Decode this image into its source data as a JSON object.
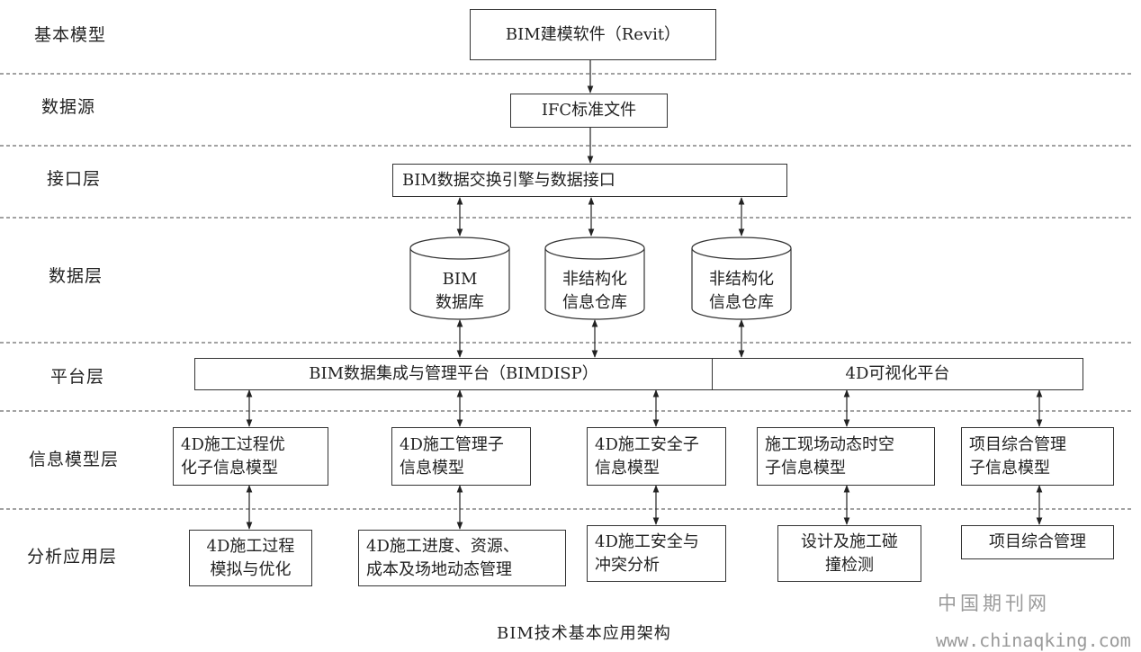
{
  "layers": [
    "基本模型",
    "数据源",
    "接口层",
    "数据层",
    "平台层",
    "信息模型层",
    "分析应用层"
  ],
  "basic_model": {
    "software": "BIM建模软件（Revit）"
  },
  "data_source": {
    "ifc": "IFC标准文件"
  },
  "interface": {
    "engine": "BIM数据交换引擎与数据接口"
  },
  "data_layer": {
    "bim_db": [
      "BIM",
      "数据库"
    ],
    "unstructured_1": [
      "非结构化",
      "信息仓库"
    ],
    "unstructured_2": [
      "非结构化",
      "信息仓库"
    ]
  },
  "platform": {
    "bimdisp": "BIM数据集成与管理平台（BIMDISP）",
    "viz": "4D可视化平台"
  },
  "info_models": [
    [
      "4D施工过程优",
      "化子信息模型"
    ],
    [
      "4D施工管理子",
      "信息模型"
    ],
    [
      "4D施工安全子",
      "信息模型"
    ],
    [
      "施工现场动态时空",
      "子信息模型"
    ],
    [
      "项目综合管理",
      "子信息模型"
    ]
  ],
  "applications": [
    [
      "4D施工过程",
      "模拟与优化"
    ],
    [
      "4D施工进度、资源、",
      "成本及场地动态管理"
    ],
    [
      "4D施工安全与",
      "冲突分析"
    ],
    [
      "设计及施工碰",
      "撞检测"
    ],
    [
      "项目综合管理"
    ]
  ],
  "caption": "BIM技术基本应用架构",
  "watermark": {
    "name": "中国期刊网",
    "url": "www.chinaqking.com"
  }
}
